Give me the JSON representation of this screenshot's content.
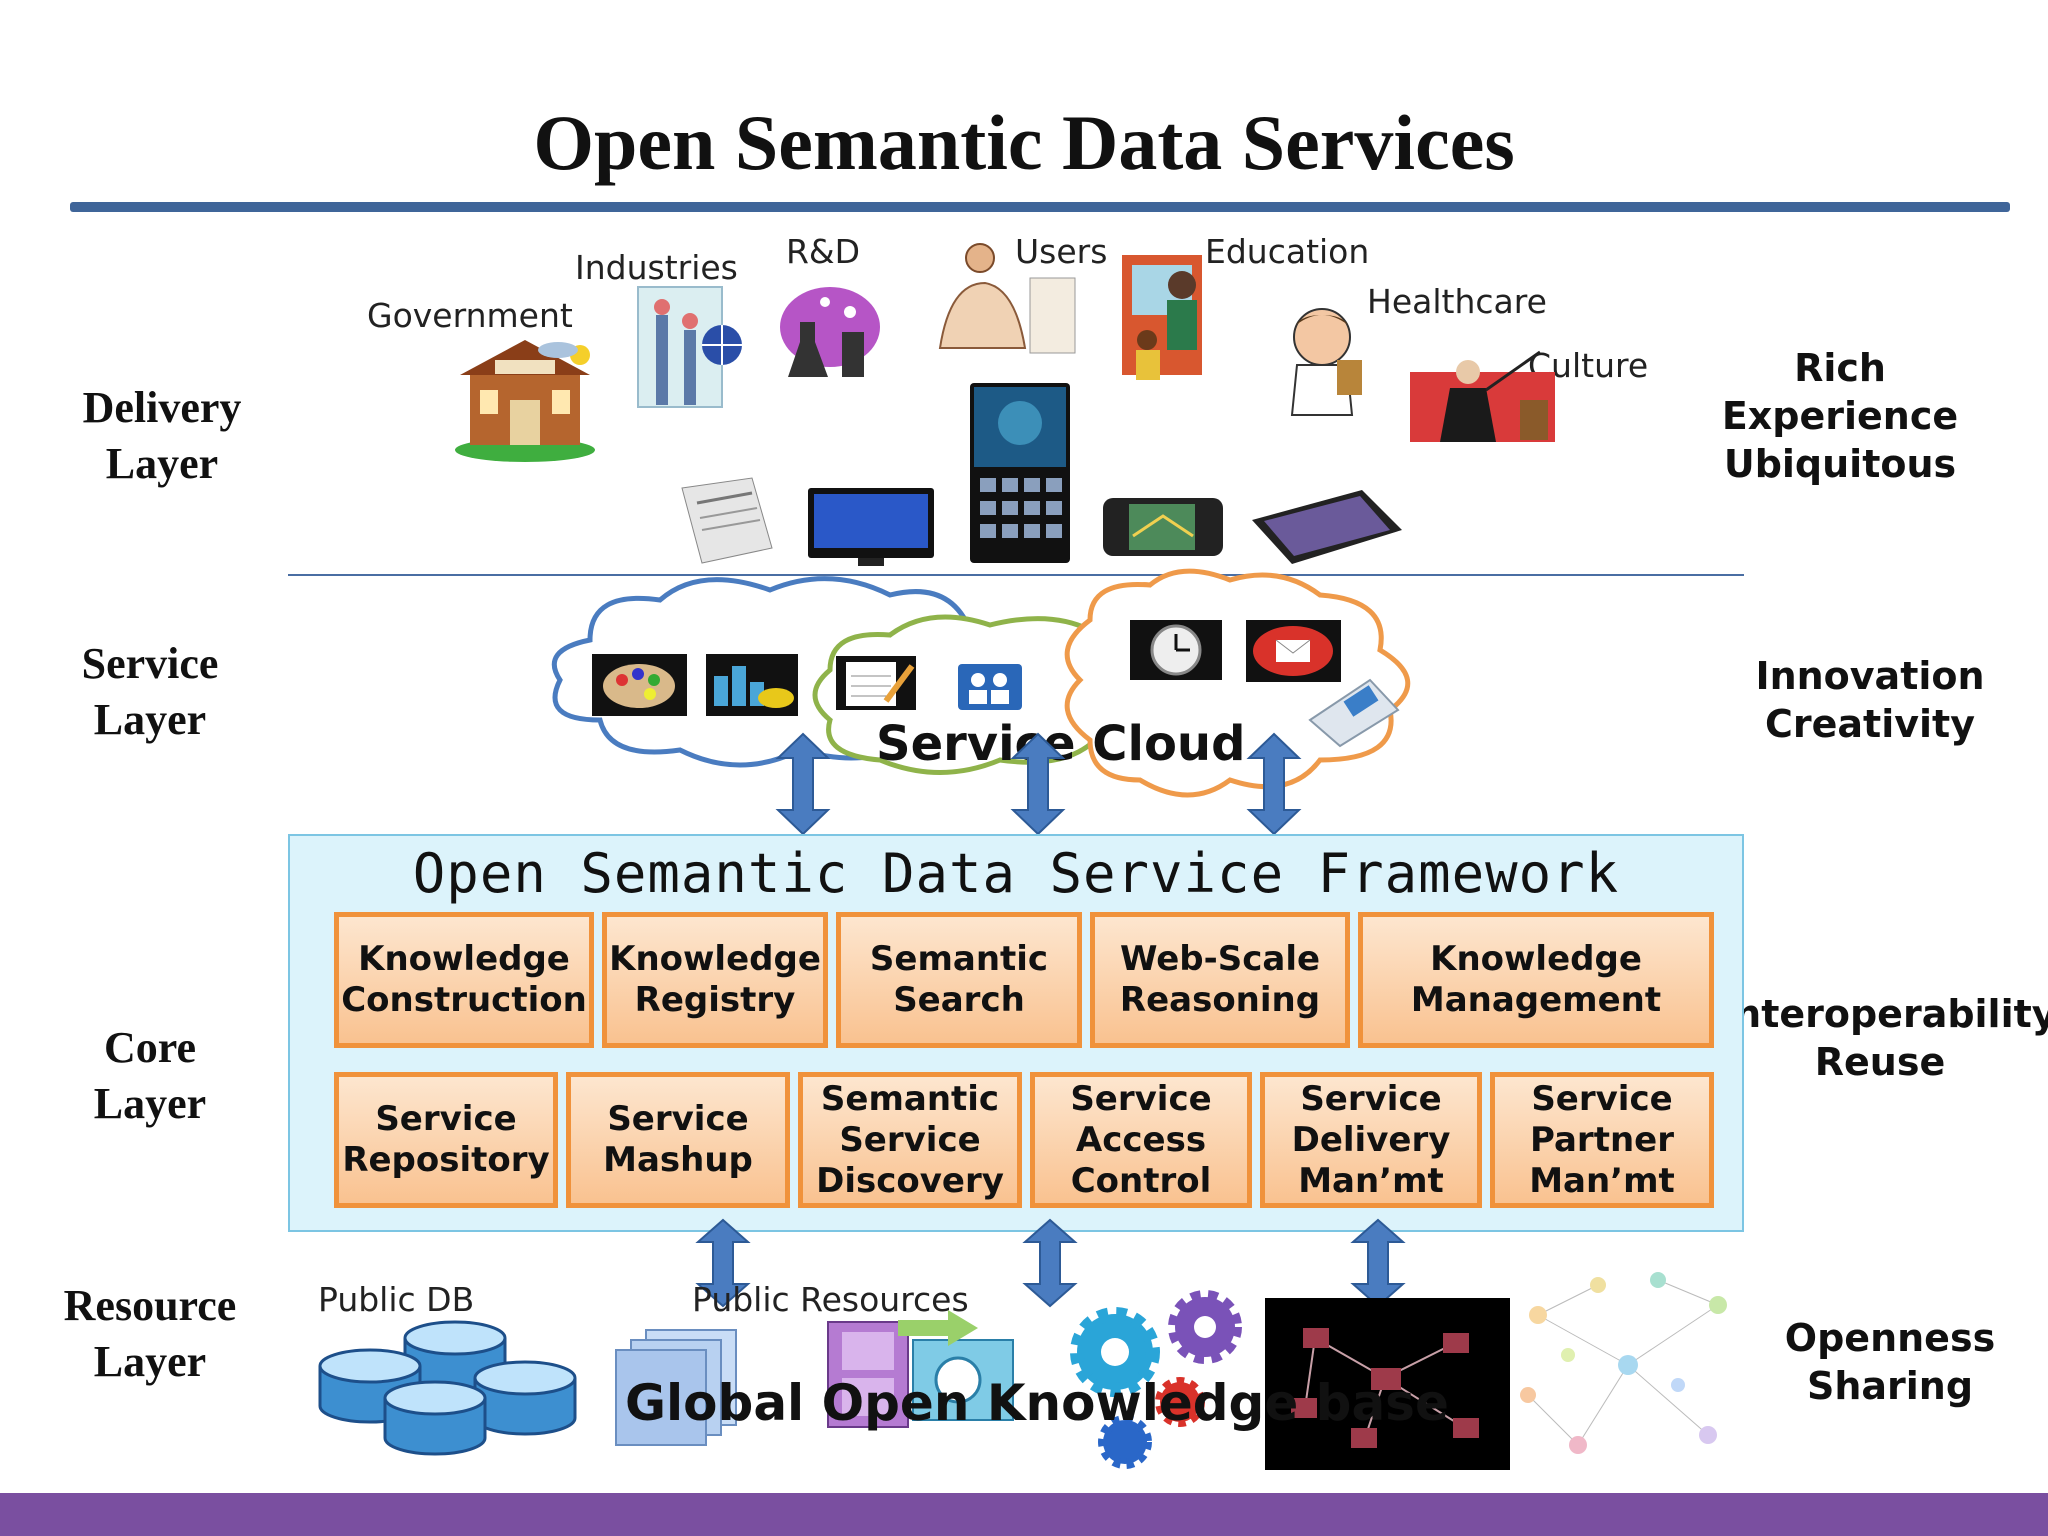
{
  "title": "Open Semantic Data Services",
  "layers": {
    "delivery": "Delivery\nLayer",
    "service": "Service\nLayer",
    "core": "Core\nLayer",
    "resource": "Resource\nLayer"
  },
  "right_labels": {
    "delivery": "Rich Experience\nUbiquitous",
    "service": "Innovation\nCreativity",
    "core": "Interoperability\nReuse",
    "resource": "Openness\nSharing"
  },
  "delivery_categories": {
    "government": "Government",
    "industries": "Industries",
    "rnd": "R&D",
    "users": "Users",
    "education": "Education",
    "healthcare": "Healthcare",
    "culture": "Culture"
  },
  "service_cloud": "Service Cloud",
  "framework": {
    "title": "Open Semantic Data Service Framework",
    "row1": [
      "Knowledge\nConstruction",
      "Knowledge\nRegistry",
      "Semantic\nSearch",
      "Web-Scale\nReasoning",
      "Knowledge\nManagement"
    ],
    "row2": [
      "Service\nRepository",
      "Service\nMashup",
      "Semantic\nService\nDiscovery",
      "Service\nAccess\nControl",
      "Service\nDelivery\nMan’mt",
      "Service\nPartner\nMan’mt"
    ]
  },
  "resource": {
    "public_db": "Public DB",
    "public_resources": "Public Resources",
    "knowledge_base": "Global Open Knowledge base"
  },
  "colors": {
    "title_rule": "#3f6599",
    "box_border": "#f0923b",
    "framework_bg": "#dcf3fb",
    "arrow": "#4a7cc0",
    "footer": "#7a4fa0"
  },
  "icons": [
    "library-icon",
    "factory-icon",
    "lab-flask-icon",
    "user-icon",
    "classroom-icon",
    "doctor-icon",
    "conductor-icon",
    "newspaper-icon",
    "tv-icon",
    "smartphone-icon",
    "gps-device-icon",
    "tablet-icon",
    "palette-icon",
    "chart-icon",
    "notepad-icon",
    "people-icon",
    "clock-icon",
    "mail-icon",
    "phone-icon",
    "database-icon",
    "documents-icon",
    "media-icon",
    "gears-icon",
    "network-graph-icon"
  ]
}
